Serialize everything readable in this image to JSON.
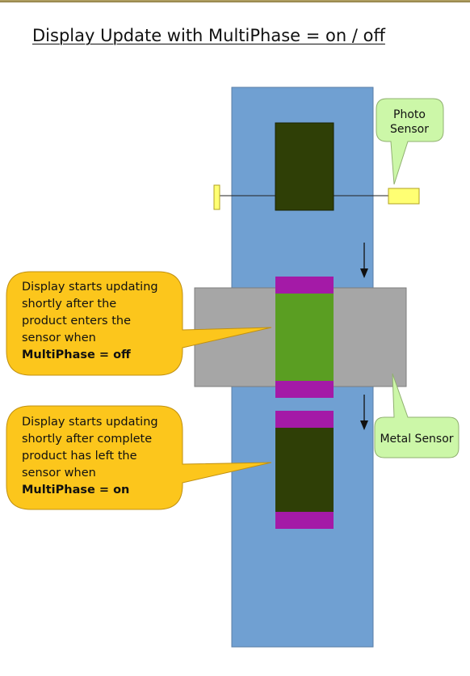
{
  "title": "Display Update with MultiPhase = on / off",
  "labels": {
    "photo_sensor": [
      "Photo",
      "Sensor"
    ],
    "metal_sensor": "Metal Sensor"
  },
  "callouts": {
    "multiphase_off": {
      "lines": [
        "Display starts updating",
        "shortly after the",
        "product enters the",
        "sensor when"
      ],
      "bold_line": "MultiPhase = off"
    },
    "multiphase_on": {
      "lines": [
        "Display starts updating",
        "shortly after complete",
        "product has left the",
        "sensor when"
      ],
      "bold_line": "MultiPhase = on"
    }
  },
  "colors": {
    "conveyor": "#70a0d2",
    "product_dark": "#2f3f06",
    "product_lit": "#5a9e22",
    "product_cap": "#a41aa7",
    "metal_sensor_body": "#a6a6a6",
    "callout_yellow": "#fcc61c",
    "label_green": "#ccf7a8",
    "photo_emitter": "#ffff73"
  }
}
